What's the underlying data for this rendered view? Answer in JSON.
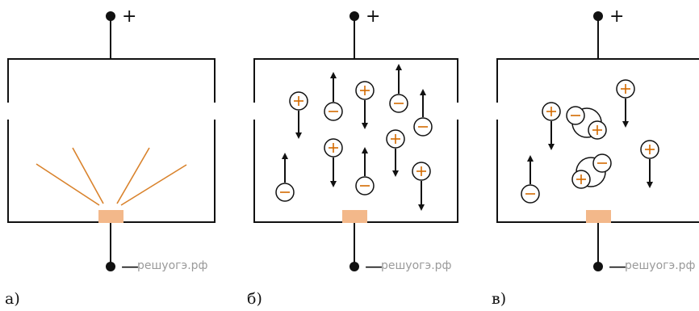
{
  "panels": [
    {
      "label": "а)",
      "terminal_top": "+",
      "terminal_bottom": "—",
      "watermark": "решуогэ.рф"
    },
    {
      "label": "б)",
      "terminal_top": "+",
      "terminal_bottom": "—",
      "watermark": "решуогэ.рф"
    },
    {
      "label": "в)",
      "terminal_top": "+",
      "terminal_bottom": "—",
      "watermark": "решуогэ.рф"
    }
  ],
  "colors": {
    "line": "#111111",
    "sign_mark": "#d36a00",
    "source": "#f3b88a",
    "ray": "#d9822b"
  }
}
